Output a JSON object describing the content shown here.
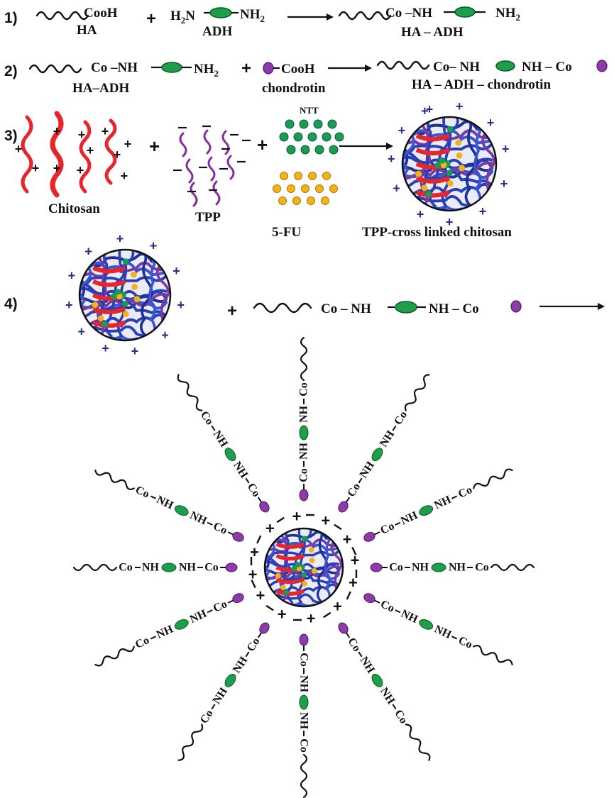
{
  "colors": {
    "ink": "#111111",
    "adh": "#1e9e4a",
    "chondroitin": "#8e3aa8",
    "chitosan": "#e8262a",
    "tpp": "#8a2aa0",
    "ntt": "#1a9a55",
    "fu": "#f2b21b",
    "charge": "#2a2a8c",
    "mesh_blue": "#2a3fb8"
  },
  "step1": {
    "number": "1)",
    "cooh": "CooH",
    "ha": "HA",
    "plus": "+",
    "h2n": "H",
    "h2n_sub": "2",
    "h2n_n": "N",
    "nh2": "NH",
    "nh2_sub": "2",
    "adh": "ADH",
    "p_co_nh": "Co –NH",
    "p_nh2": "NH",
    "p_nh2_sub": "2",
    "p_label": "HA – ADH"
  },
  "step2": {
    "number": "2)",
    "co_nh": "Co –NH",
    "nh2": "NH",
    "nh2_sub": "2",
    "ha_adh": "HA–ADH",
    "plus": "+",
    "cooh": "CooH",
    "chondrotin": "chondrotin",
    "p_co_nh": "Co– NH",
    "p_nh_co": "NH – Co",
    "p_label": "HA – ADH – chondrotin"
  },
  "step3": {
    "number": "3)",
    "chitosan": "Chitosan",
    "tpp": "TPP",
    "ntt": "NTT",
    "fu": "5-FU",
    "product": "TPP-cross linked chitosan",
    "plus": "+",
    "pos": "+",
    "neg": "–"
  },
  "step4": {
    "number": "4)",
    "plus": "+",
    "co_nh": "Co – NH",
    "nh_co": "NH – Co"
  },
  "star": {
    "co": "Co",
    "nh": "NH",
    "pos": "+",
    "neg": "–"
  }
}
